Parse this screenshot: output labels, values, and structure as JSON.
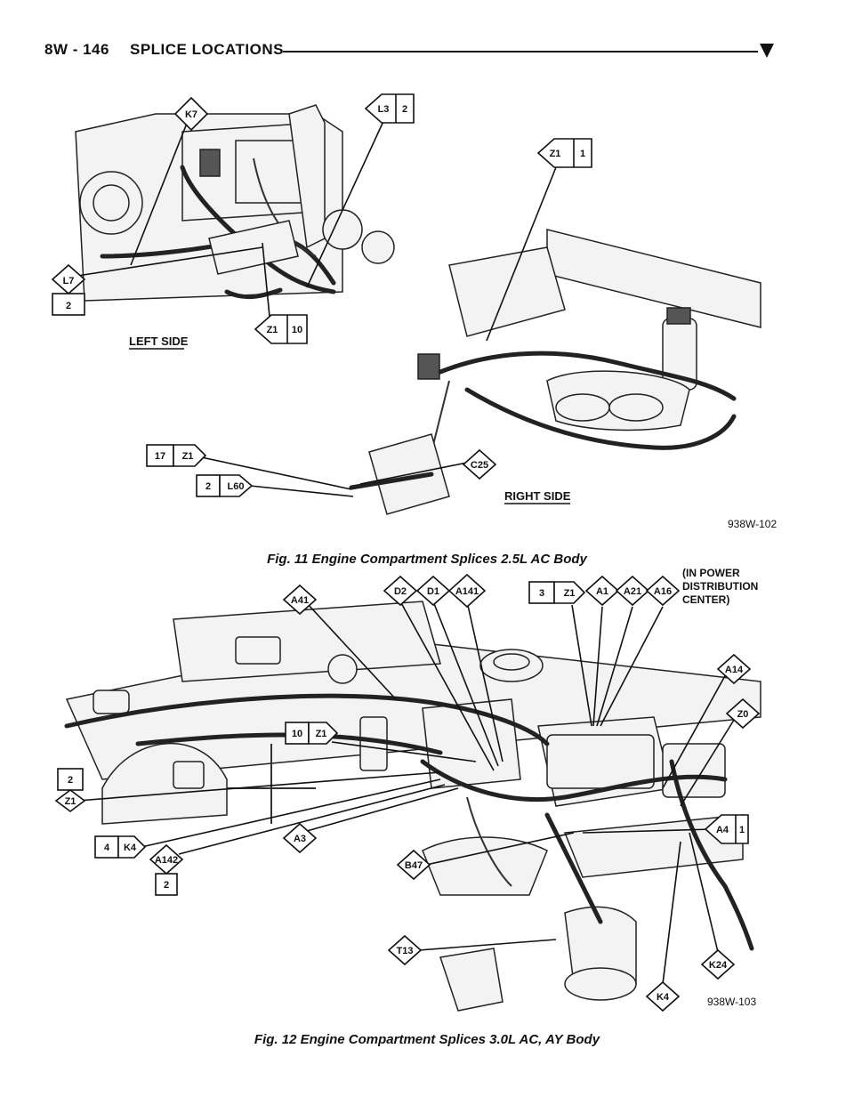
{
  "header": {
    "page_number": "8W - 146",
    "section_title": "SPLICE LOCATIONS"
  },
  "figure11": {
    "caption": "Fig. 11 Engine Compartment Splices 2.5L AC Body",
    "figure_code": "938W-102",
    "side_labels": {
      "left": "LEFT SIDE",
      "right": "RIGHT SIDE"
    },
    "callouts": {
      "k7": "K7",
      "l3": "L3",
      "l3_num": "2",
      "z1a": "Z1",
      "z1a_num": "1",
      "l7": "L7",
      "l7_num": "2",
      "z1b": "Z1",
      "z1b_num": "10",
      "z1c": "Z1",
      "z1c_num": "17",
      "l60": "L60",
      "l60_num": "2",
      "c25": "C25"
    }
  },
  "figure12": {
    "caption": "Fig. 12 Engine Compartment Splices 3.0L AC, AY Body",
    "figure_code": "938W-103",
    "note": [
      "(IN POWER",
      "DISTRIBUTION",
      "CENTER)"
    ],
    "callouts": {
      "a41": "A41",
      "d2": "D2",
      "d1": "D1",
      "a141": "A141",
      "z1top": "Z1",
      "z1top_num": "3",
      "a1": "A1",
      "a21": "A21",
      "a16": "A16",
      "a14": "A14",
      "z0": "Z0",
      "z1mid": "Z1",
      "z1mid_num": "10",
      "z1left": "Z1",
      "z1left_num": "2",
      "k4left": "K4",
      "k4left_num": "4",
      "a142": "A142",
      "a142_num": "2",
      "a3": "A3",
      "a4": "A4",
      "a4_num": "1",
      "b47": "B47",
      "t13": "T13",
      "k4": "K4",
      "k24": "K24"
    }
  }
}
